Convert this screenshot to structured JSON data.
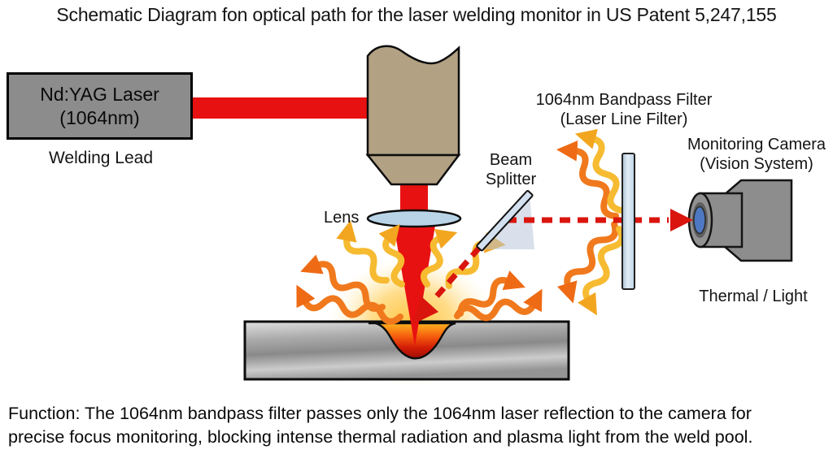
{
  "title": "Schematic Diagram fon optical path for the laser welding monitor in US Patent 5,247,155",
  "laser_source": {
    "name_line1": "Nd:YAG Laser",
    "name_line2": "(1064nm)",
    "caption": "Welding Lead"
  },
  "labels": {
    "lens": "Lens",
    "beam_splitter_line1": "Beam",
    "beam_splitter_line2": "Splitter",
    "bandpass_filter_line1": "1064nm Bandpass Filter",
    "bandpass_filter_line2": "(Laser Line Filter)",
    "camera_line1": "Monitoring Camera",
    "camera_line2": "(Vision System)",
    "thermal_light": "Thermal / Light"
  },
  "function_note": {
    "line1": "Function: The 1064nm bandpass filter passes only the 1064nm laser reflection to the camera for",
    "line2": "precise focus monitoring, blocking intense thermal radiation and plasma light from the weld pool."
  },
  "icons": {
    "laser_beam": "solid-red-beam",
    "reflection_path": "red-dashed-arrow",
    "thermal_radiation": "wavy-orange-yellow-arrows",
    "weld_glow": "yellow-radial-glow"
  },
  "colors": {
    "laser_red": "#e81111",
    "dash_red": "#d9150e",
    "thermal_orange": "#f0791d",
    "light_yellow": "#f6bb31",
    "optics_blue": "#c9dcee",
    "head_tan": "#b2a183",
    "box_gray": "#8c8c8c",
    "camera_gray": "#8d8d8d",
    "camera_lens_blue": "#4e79c2"
  }
}
